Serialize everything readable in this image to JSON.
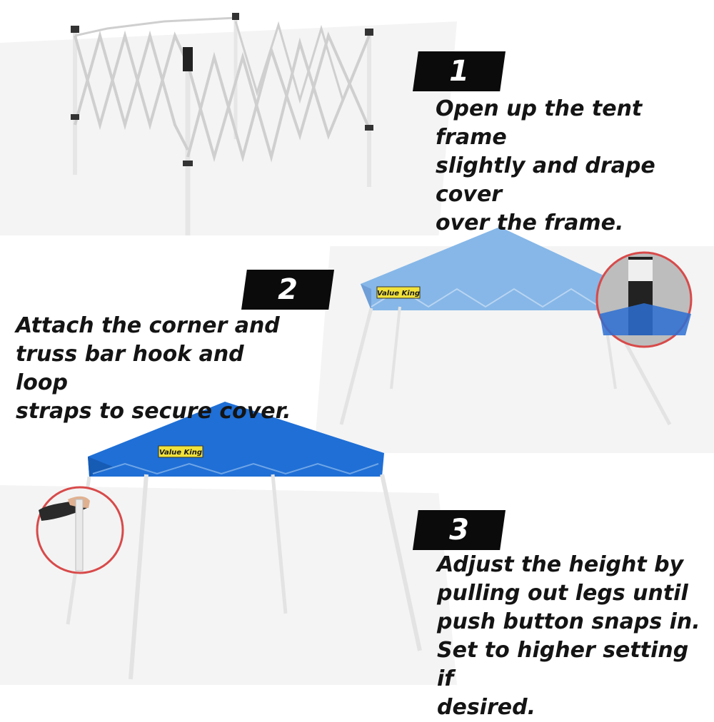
{
  "steps": [
    {
      "number": "1",
      "lines": [
        "Open up the tent frame",
        "slightly and drape cover",
        "over the frame."
      ]
    },
    {
      "number": "2",
      "lines": [
        "Attach the corner and",
        "truss bar hook and loop",
        "straps to secure cover."
      ]
    },
    {
      "number": "3",
      "lines": [
        "Adjust the height by",
        "pulling out legs until",
        "push button snaps in.",
        "Set to higher setting if",
        "desired."
      ]
    }
  ],
  "brand": {
    "logo_text": "Value King"
  },
  "colors": {
    "canopy_light": "#86b7e8",
    "canopy_dark": "#1f6fd6",
    "badge": "#0b0b0b",
    "inset_ring": "#d84a4a"
  },
  "icons": [
    "tent-frame-illustration",
    "canopy-light-illustration",
    "canopy-blue-illustration",
    "strap-inset-icon",
    "leg-inset-icon"
  ]
}
